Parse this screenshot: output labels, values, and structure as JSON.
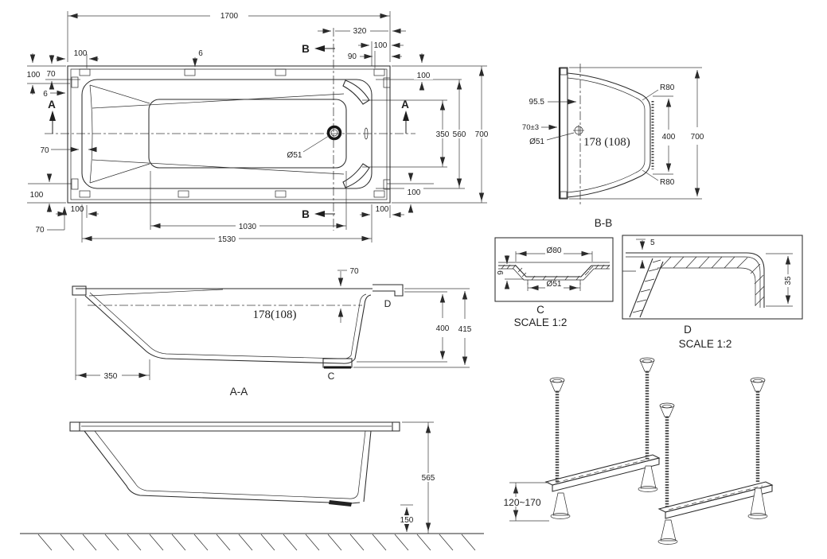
{
  "plan": {
    "length_overall": "1700",
    "drain_to_end": "320",
    "rim_width_right": "100",
    "pad_offset_right": "90",
    "pad_offset_top_left": "100",
    "rim_width_top": "70",
    "corner_pad_left": "100",
    "gap_top": "6",
    "gap_left": "6",
    "section_a": "A",
    "section_b": "B",
    "rim_width_left": "70",
    "corner_pad_bottom": "100",
    "pad_edge_bottom": "70",
    "pad_offset_bottom_left": "100",
    "floor_length": "1030",
    "opening_length": "1530",
    "pad_offset_bottom_right": "100",
    "rim_width_right_top": "100",
    "rim_width_right_bottom": "100",
    "floor_width": "350",
    "opening_width": "560",
    "width_overall": "700",
    "drain_label": "Ø51"
  },
  "section_bb": {
    "title": "B-B",
    "radius_top": "R80",
    "radius_bottom": "R80",
    "drain_offset": "95.5",
    "flange": "70±3",
    "drain_label": "Ø51",
    "waterline": "178 (108)",
    "inner_height": "400",
    "height": "700"
  },
  "detail_c": {
    "label": "C",
    "scale": "SCALE 1:2",
    "outer_dia": "Ø80",
    "inner_dia": "Ø51",
    "depth": "9"
  },
  "detail_d": {
    "label": "D",
    "scale": "SCALE 1:2",
    "lip": "5",
    "height": "35"
  },
  "section_aa": {
    "title": "A-A",
    "rim_to_water": "70",
    "waterline": "178(108)",
    "detail_d_ref": "D",
    "detail_c_ref": "C",
    "inner_height": "400",
    "height": "415",
    "slope_run": "350"
  },
  "side_view": {
    "height": "565",
    "clearance": "150"
  },
  "frame_view": {
    "adjust_range": "120~170"
  }
}
